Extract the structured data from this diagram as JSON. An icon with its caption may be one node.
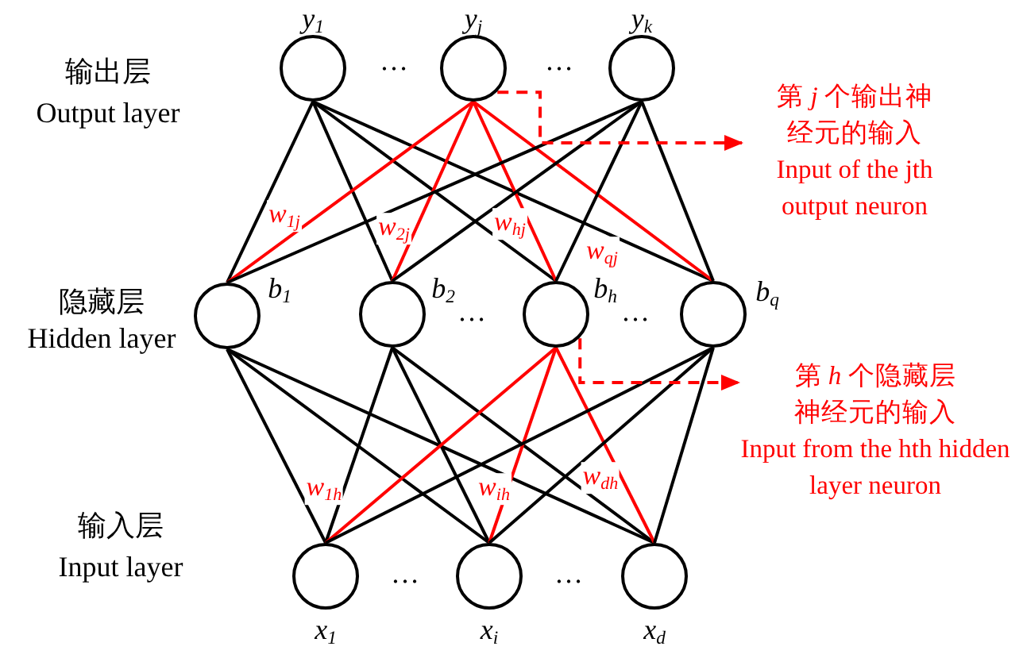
{
  "diagram": {
    "nodes": [
      {
        "text": [],
        "shape": "circle",
        "beside": [
          "y$_{1}$"
        ]
      },
      {
        "text": [],
        "shape": "circle",
        "beside": [
          "y$_{j}$"
        ]
      },
      {
        "text": [],
        "shape": "circle",
        "beside": [
          "y$_{k}$"
        ]
      },
      {
        "text": [],
        "shape": "circle",
        "beside": [
          "b$_{1}$"
        ]
      },
      {
        "text": [],
        "shape": "circle",
        "beside": [
          "b$_{2}$"
        ]
      },
      {
        "text": [],
        "shape": "circle",
        "beside": [
          "b$_{h}$"
        ]
      },
      {
        "text": [],
        "shape": "circle",
        "beside": [
          "b$_{q}$"
        ]
      },
      {
        "text": [],
        "shape": "circle",
        "beside": [
          "x$_{1}$"
        ]
      },
      {
        "text": [],
        "shape": "circle",
        "beside": [
          "x$_{i}$"
        ]
      },
      {
        "text": [],
        "shape": "circle",
        "beside": [
          "x$_{d}$"
        ]
      },
      {
        "text": [
          "第 *j* 个输出神经元的输入",
          "Input of the jth output neuron"
        ]
      },
      {
        "text": [
          "第 *h* 个隐藏层神经元的输入",
          "Input from the hth hidden layer neuron"
        ]
      }
    ],
    "edges": [
      {
        "from": 3,
        "to": 0,
        "arrow": "none"
      },
      {
        "from": 4,
        "to": 0,
        "arrow": "none"
      },
      {
        "from": 5,
        "to": 0,
        "arrow": "none"
      },
      {
        "from": 6,
        "to": 0,
        "arrow": "none"
      },
      {
        "from": 3,
        "to": 1,
        "arrow": "none",
        "color": "#ff0000",
        "label": "w$_{1j}$"
      },
      {
        "from": 4,
        "to": 1,
        "arrow": "none",
        "color": "#ff0000",
        "label": "w$_{2j}$"
      },
      {
        "from": 5,
        "to": 1,
        "arrow": "none",
        "color": "#ff0000",
        "label": "w$_{hj}$"
      },
      {
        "from": 6,
        "to": 1,
        "arrow": "none",
        "color": "#ff0000",
        "label": "w$_{qj}$"
      },
      {
        "from": 3,
        "to": 2,
        "arrow": "none"
      },
      {
        "from": 4,
        "to": 2,
        "arrow": "none"
      },
      {
        "from": 5,
        "to": 2,
        "arrow": "none"
      },
      {
        "from": 6,
        "to": 2,
        "arrow": "none"
      },
      {
        "from": 7,
        "to": 3,
        "arrow": "none"
      },
      {
        "from": 8,
        "to": 3,
        "arrow": "none"
      },
      {
        "from": 9,
        "to": 3,
        "arrow": "none"
      },
      {
        "from": 7,
        "to": 4,
        "arrow": "none"
      },
      {
        "from": 8,
        "to": 4,
        "arrow": "none"
      },
      {
        "from": 9,
        "to": 4,
        "arrow": "none"
      },
      {
        "from": 7,
        "to": 5,
        "arrow": "none",
        "color": "#ff0000",
        "label": "w$_{1h}$"
      },
      {
        "from": 8,
        "to": 5,
        "arrow": "none",
        "color": "#ff0000",
        "label": "w$_{ih}$"
      },
      {
        "from": 9,
        "to": 5,
        "arrow": "none",
        "color": "#ff0000",
        "label": "w$_{dh}$"
      },
      {
        "from": 7,
        "to": 6,
        "arrow": "none"
      },
      {
        "from": 8,
        "to": 6,
        "arrow": "none"
      },
      {
        "from": 9,
        "to": 6,
        "arrow": "none"
      },
      {
        "from": 1,
        "to": 10,
        "arrow": "to",
        "style": "dashed",
        "color": "#ff0000"
      },
      {
        "from": 5,
        "to": 11,
        "arrow": "to",
        "style": "dashed",
        "color": "#ff0000"
      }
    ],
    "labels": [
      "输出层",
      "Output layer",
      "…",
      "…",
      "隐藏层",
      "Hidden layer",
      "…",
      "…",
      "输入层",
      "Input layer",
      "…",
      "…"
    ]
  }
}
